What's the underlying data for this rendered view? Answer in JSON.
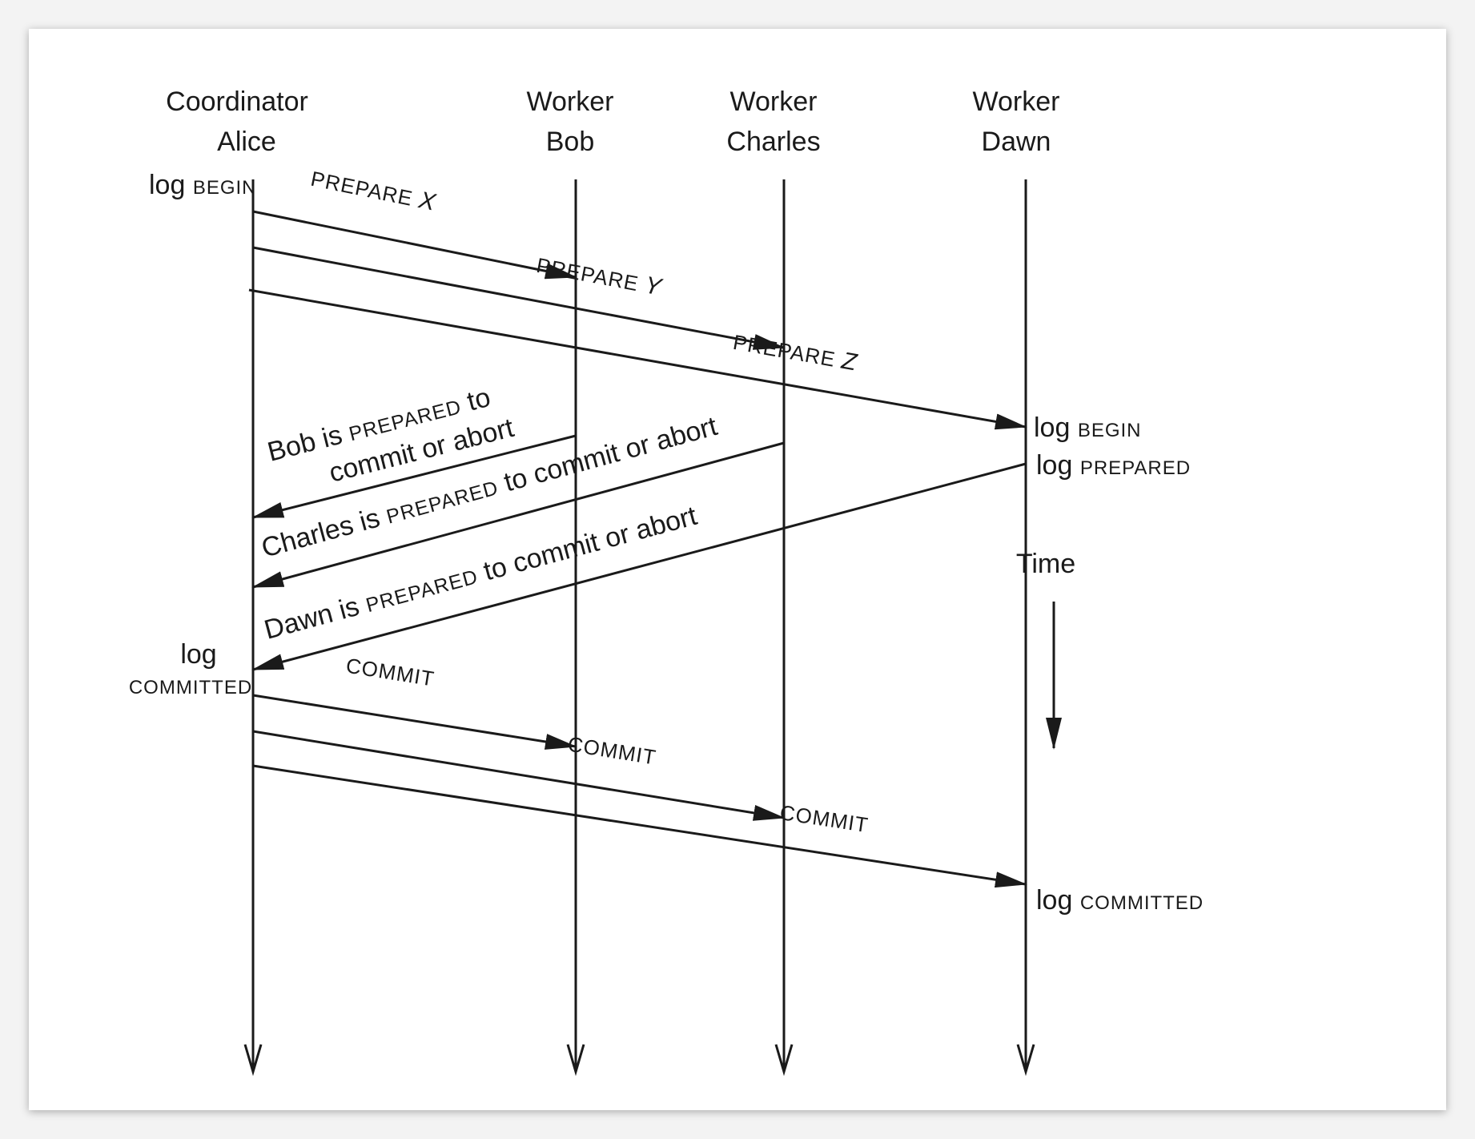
{
  "participants": [
    {
      "role": "Coordinator",
      "name": "Alice"
    },
    {
      "role": "Worker",
      "name": "Bob"
    },
    {
      "role": "Worker",
      "name": "Charles"
    },
    {
      "role": "Worker",
      "name": "Dawn"
    }
  ],
  "logs": {
    "alice_begin": {
      "word": "log",
      "tag": "BEGIN"
    },
    "alice_committed": {
      "word": "log",
      "tag": "COMMITTED"
    },
    "dawn_begin": {
      "word": "log",
      "tag": "BEGIN"
    },
    "dawn_prepared": {
      "word": "log",
      "tag": "PREPARED"
    },
    "dawn_committed": {
      "word": "log",
      "tag": "COMMITTED"
    }
  },
  "prepare_messages": [
    {
      "tag": "PREPARE",
      "var": "X"
    },
    {
      "tag": "PREPARE",
      "var": "Y"
    },
    {
      "tag": "PREPARE",
      "var": "Z"
    }
  ],
  "replies": {
    "bob": {
      "pre": "Bob is",
      "tag": "PREPARED",
      "post1": "to",
      "line2": "commit or abort"
    },
    "charles": {
      "pre": "Charles is",
      "tag": "PREPARED",
      "post": "to commit or abort"
    },
    "dawn": {
      "pre": "Dawn is",
      "tag": "PREPARED",
      "post": "to commit or abort"
    }
  },
  "commit_messages": [
    "COMMIT",
    "COMMIT",
    "COMMIT"
  ],
  "time_label": "Time",
  "colors": {
    "ink": "#1a1a1a",
    "paper": "#ffffff",
    "background": "#f3f3f3"
  }
}
